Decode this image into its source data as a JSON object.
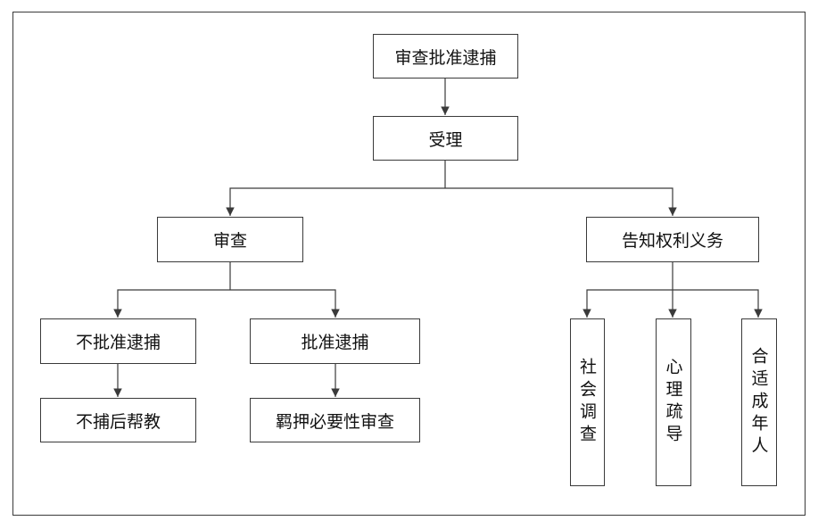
{
  "nodes": {
    "root": "审查批准逮捕",
    "accept": "受理",
    "review": "审查",
    "inform": "告知权利义务",
    "no_arrest": "不批准逮捕",
    "approve_arrest": "批准逮捕",
    "no_arrest_help": "不捕后帮教",
    "custody_review": "羁押必要性审查",
    "social_survey": "社会调查",
    "counseling": "心理疏导",
    "guardian": "合适成年人"
  },
  "colors": {
    "line": "#3a3a3a",
    "border": "#3a3a3a",
    "text": "#111111"
  }
}
